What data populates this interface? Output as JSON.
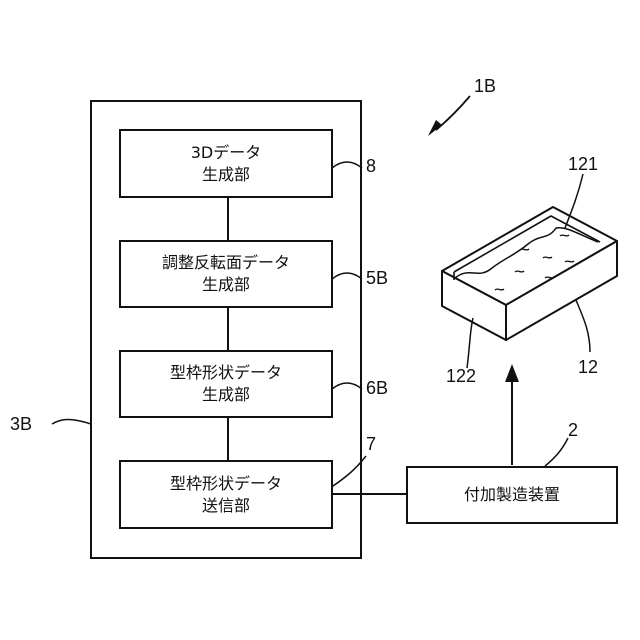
{
  "system": {
    "id": "1B"
  },
  "outer": {
    "label": "3B"
  },
  "blocks": [
    {
      "lines": [
        "3Dデータ",
        "生成部"
      ],
      "ref": "8"
    },
    {
      "lines": [
        "調整反転面データ",
        "生成部"
      ],
      "ref": "5B"
    },
    {
      "lines": [
        "型枠形状データ",
        "生成部"
      ],
      "ref": "6B"
    },
    {
      "lines": [
        "型枠形状データ",
        "送信部"
      ],
      "ref": "7"
    }
  ],
  "printer": {
    "label": "付加製造装置",
    "ref": "2"
  },
  "mold": {
    "ref": "12",
    "cavity_ref": "121",
    "wall_ref": "122"
  }
}
